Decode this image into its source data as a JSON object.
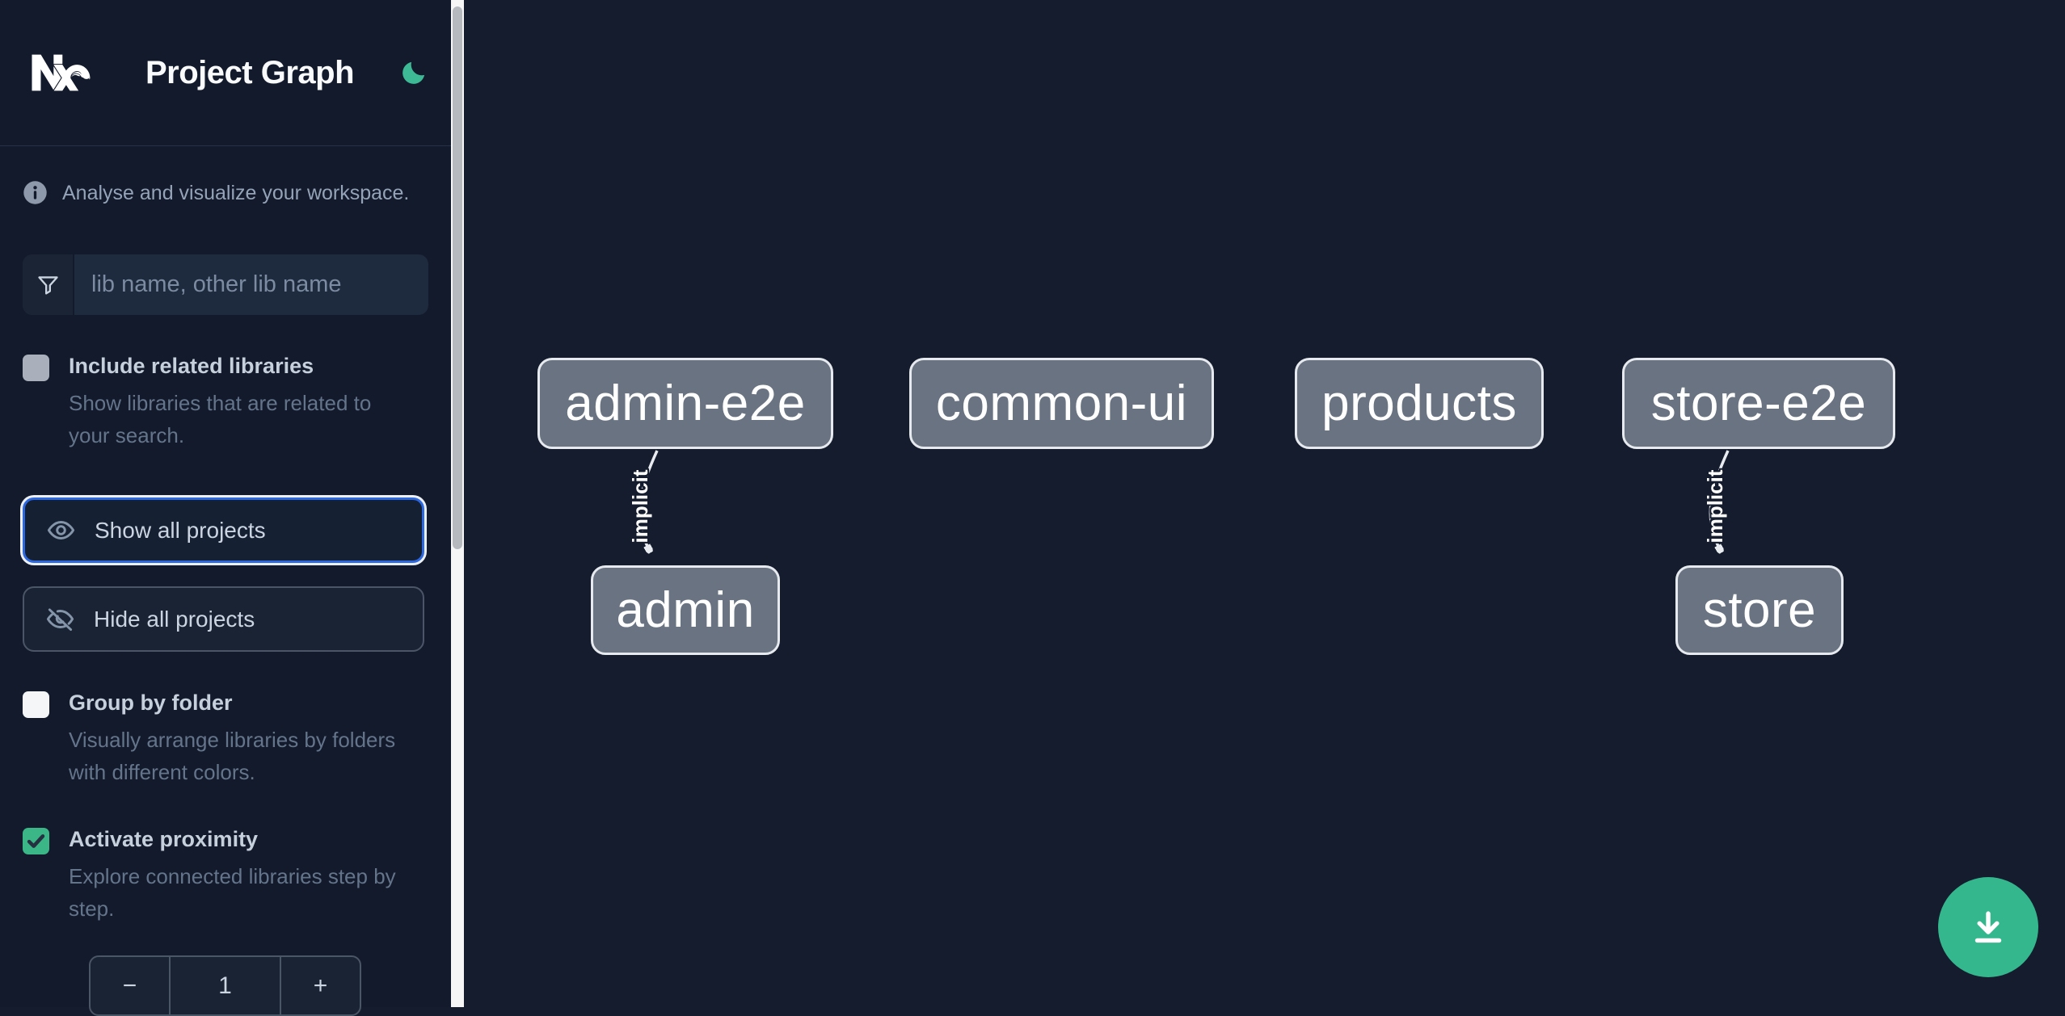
{
  "header": {
    "title": "Project Graph",
    "logo_icon": "nx-logo",
    "theme_icon": "moon"
  },
  "sidebar": {
    "tagline": "Analyse and visualize your workspace.",
    "filter": {
      "placeholder": "lib name, other lib name",
      "value": ""
    },
    "include_related": {
      "label": "Include related libraries",
      "description": "Show libraries that are related to your search.",
      "checked": false
    },
    "show_all_label": "Show all projects",
    "hide_all_label": "Hide all projects",
    "group_by_folder": {
      "label": "Group by folder",
      "description": "Visually arrange libraries by folders with different colors.",
      "checked": false
    },
    "activate_proximity": {
      "label": "Activate proximity",
      "description": "Explore connected libraries step by step.",
      "checked": true
    },
    "proximity_stepper": {
      "decrement_label": "−",
      "value": "1",
      "increment_label": "+"
    }
  },
  "graph": {
    "nodes": [
      {
        "id": "admin-e2e",
        "label": "admin-e2e"
      },
      {
        "id": "common-ui",
        "label": "common-ui"
      },
      {
        "id": "products",
        "label": "products"
      },
      {
        "id": "store-e2e",
        "label": "store-e2e"
      },
      {
        "id": "admin",
        "label": "admin"
      },
      {
        "id": "store",
        "label": "store"
      }
    ],
    "edges": [
      {
        "from": "admin-e2e",
        "to": "admin",
        "label": "implicit"
      },
      {
        "from": "store-e2e",
        "to": "store",
        "label": "implicit"
      }
    ]
  },
  "fab": {
    "icon": "download"
  },
  "colors": {
    "background": "#141c2d",
    "accent_green": "#35b78e",
    "checkbox_green": "#3bb687",
    "focus_blue": "#2d68de",
    "node_fill": "#6a7381",
    "node_border": "#e6eaef",
    "edge": "#e8ebef"
  }
}
